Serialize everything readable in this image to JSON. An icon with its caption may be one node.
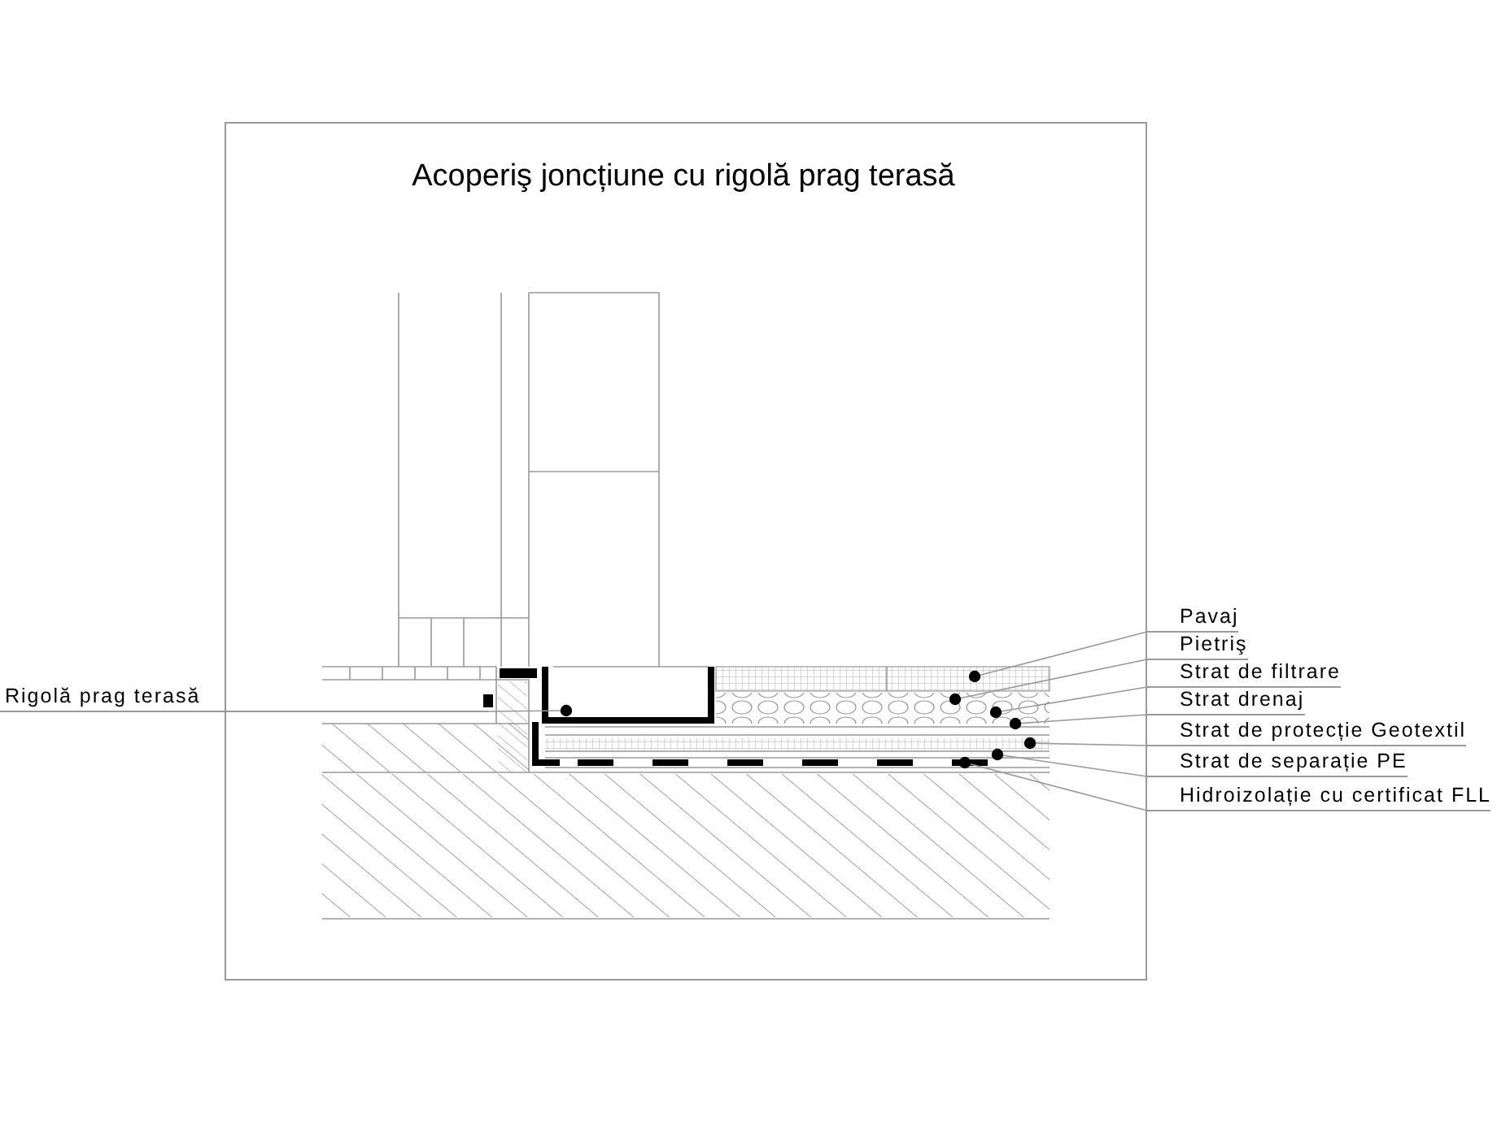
{
  "diagram": {
    "title": "Acoperiş joncțiune cu rigolă prag terasă",
    "nodes": [
      {
        "text": [
          "Pavaj"
        ]
      },
      {
        "text": [
          "Pietriş"
        ]
      },
      {
        "text": [
          "Strat de filtrare"
        ]
      },
      {
        "text": [
          "Strat drenaj"
        ]
      },
      {
        "text": [
          "Strat de protecție Geotextil"
        ]
      },
      {
        "text": [
          "Strat de separație PE"
        ]
      },
      {
        "text": [
          "Hidroizolație cu certificat FLL"
        ]
      },
      {
        "text": [
          "Rigolă prag terasă"
        ]
      }
    ],
    "edges": [
      {
        "from": 0,
        "to": null,
        "arrow": "other"
      },
      {
        "from": 1,
        "to": null,
        "arrow": "other"
      },
      {
        "from": 2,
        "to": null,
        "arrow": "other"
      },
      {
        "from": 3,
        "to": null,
        "arrow": "other"
      },
      {
        "from": 4,
        "to": null,
        "arrow": "other"
      },
      {
        "from": 5,
        "to": null,
        "arrow": "other"
      },
      {
        "from": 6,
        "to": null,
        "arrow": "other"
      },
      {
        "from": 7,
        "to": null,
        "arrow": "other"
      }
    ]
  }
}
